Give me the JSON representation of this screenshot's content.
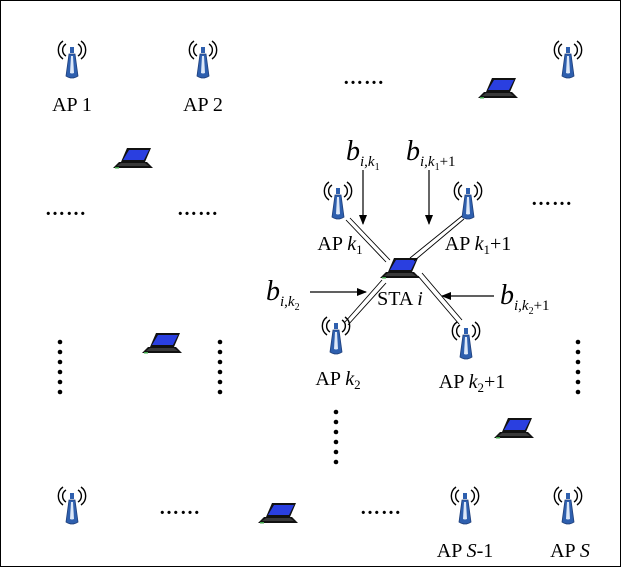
{
  "diagram": {
    "aps": {
      "ap1": {
        "prefix": "AP ",
        "name": "1"
      },
      "ap2": {
        "prefix": "AP ",
        "name": "2"
      },
      "apk1": {
        "prefix": "AP ",
        "name": "k",
        "sub": "1",
        "suffix": ""
      },
      "apk1p1": {
        "prefix": "AP ",
        "name": "k",
        "sub": "1",
        "suffix": "+1"
      },
      "apk2": {
        "prefix": "AP ",
        "name": "k",
        "sub": "2",
        "suffix": ""
      },
      "apk2p1": {
        "prefix": "AP ",
        "name": "k",
        "sub": "2",
        "suffix": "+1"
      },
      "apsm1": {
        "prefix": "AP ",
        "name": "S",
        "suffix": "-1"
      },
      "aps": {
        "prefix": "AP ",
        "name": "S"
      }
    },
    "sta": {
      "prefix": "STA ",
      "name": "i"
    },
    "ellipsis": "……",
    "bandwidth": {
      "b_ik1": {
        "b": "b",
        "i": "i",
        "comma": ",",
        "k": "k",
        "ksub": "1",
        "plus": ""
      },
      "b_ik1p1": {
        "b": "b",
        "i": "i",
        "comma": ",",
        "k": "k",
        "ksub": "1",
        "plus": "+1"
      },
      "b_ik2": {
        "b": "b",
        "i": "i",
        "comma": ",",
        "k": "k",
        "ksub": "2",
        "plus": ""
      },
      "b_ik2p1": {
        "b": "b",
        "i": "i",
        "comma": ",",
        "k": "k",
        "ksub": "2",
        "plus": "+1"
      }
    },
    "colors": {
      "antenna": "#2e5fae",
      "antenna_light": "#dde8f8",
      "screen": "#2a3fe0",
      "border": "#000000"
    }
  }
}
